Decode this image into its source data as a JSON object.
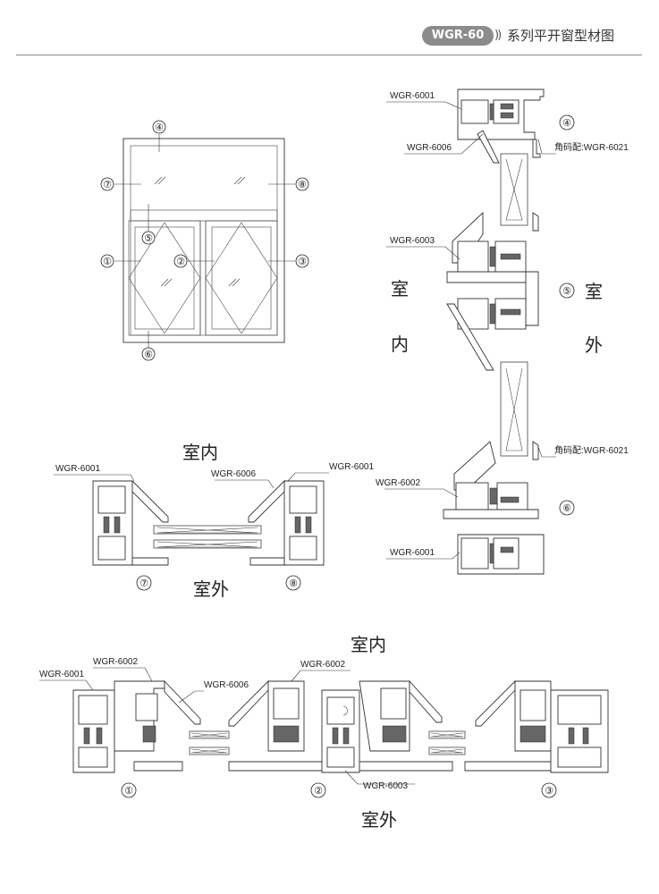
{
  "header": {
    "badge": "WGR-60",
    "arrows": "))",
    "title": "系列平开窗型材图"
  },
  "elevation": {
    "markers": [
      "④",
      "⑦",
      "⑧",
      "⑤",
      "①",
      "②",
      "③",
      "⑥"
    ]
  },
  "vertical_section": {
    "labels": {
      "top_frame": "WGR-6001",
      "top_bead": "WGR-6006",
      "mullion": "WGR-6003",
      "sash": "WGR-6002",
      "bottom_frame": "WGR-6001",
      "corner_top": "角码配:WGR-6021",
      "corner_bottom": "角码配:WGR-6021"
    },
    "markers": {
      "m4": "④",
      "m5": "⑤",
      "m6": "⑥"
    },
    "indoor": [
      "室",
      "内"
    ],
    "outdoor": [
      "室",
      "外"
    ]
  },
  "transom_section": {
    "indoor": "室内",
    "outdoor": "室外",
    "labels": {
      "left_frame": "WGR-6001",
      "bead": "WGR-6006",
      "right_frame": "WGR-6001"
    },
    "markers": {
      "m7": "⑦",
      "m8": "⑧"
    }
  },
  "horizontal_section": {
    "indoor": "室内",
    "outdoor": "室外",
    "labels": {
      "left_frame": "WGR-6001",
      "sash_left": "WGR-6002",
      "bead": "WGR-6006",
      "sash_right": "WGR-6002",
      "mullion": "WGR-6003"
    },
    "markers": {
      "m1": "①",
      "m2": "②",
      "m3": "③"
    }
  }
}
